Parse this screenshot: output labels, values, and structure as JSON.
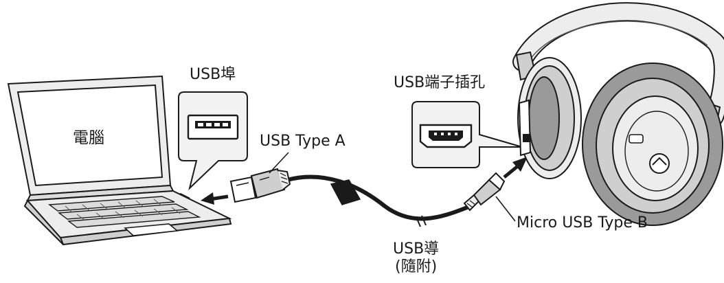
{
  "labels": {
    "computer": "電腦",
    "usb_port": "USB埠",
    "usb_jack": "USB端子插孔",
    "usb_type_a": "USB Type A",
    "micro_usb_type_b": "Micro USB Type B",
    "usb_cable": "USB導",
    "usb_cable_note": "(隨附)"
  },
  "colors": {
    "line": "#1a1a1a",
    "callout_fill": "#f2f2f2",
    "laptop_fill": "#ededed",
    "keyboard_key": "#dcdcdc",
    "headphone_dark": "#9a9a9a",
    "headphone_mid": "#cfcfcf",
    "headphone_light": "#ededed"
  }
}
